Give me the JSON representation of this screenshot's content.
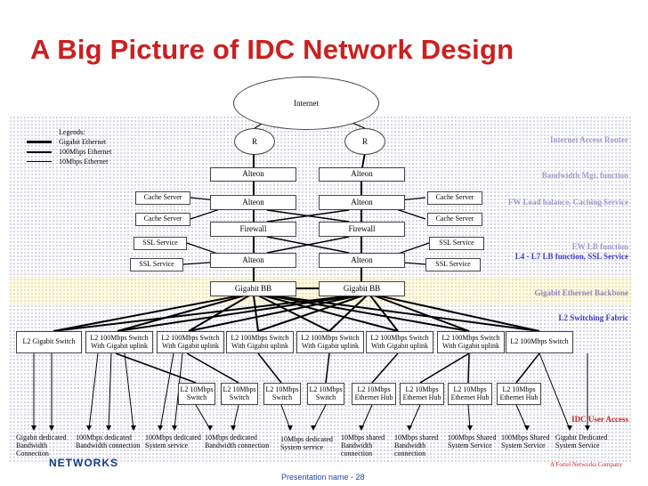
{
  "title": "A Big Picture of IDC Network Design",
  "legend": {
    "heading": "Legends:",
    "gigabit": "Gigabit Ethernet",
    "fast": "100Mbps Ethernet",
    "ten": "10Mbps Ethernet"
  },
  "internet": "Internet",
  "router": "R",
  "layers": {
    "internet_access_router": "Internet Access Router",
    "bandwidth_mgt": "Bandwidth Mgt. function",
    "fw_lb_cache": "FW Load balance, Caching Service",
    "ewlb": "EW LB function",
    "l4_l7": "L4 - L7 LB function, SSL Service",
    "gigabit_backbone": "Gigabit Ethernet Backbone",
    "l2_fabric": "L2 Switching Fabric",
    "idc_user_access": "IDC User Access"
  },
  "alteon": "Alteon",
  "firewall": "Firewall",
  "gigabit_bb": "Gigabit BB",
  "cache_server": "Cache Server",
  "ssl_service": "SSL Service",
  "l2_switches": [
    [
      "L2 Gigabit Switch",
      ""
    ],
    [
      "L2 100Mbps Switch",
      "With Gigabit uplink"
    ],
    [
      "L2 100Mbps Switch",
      "With Gigabit uplink"
    ],
    [
      "L2 100Mbps Switch",
      "With Gigabit uplink"
    ],
    [
      "L2 100Mbps Switch",
      "With Gigabit uplink"
    ],
    [
      "L2 100Mbps Switch",
      "With Gigabit uplink"
    ],
    [
      "L2 100Mbps Switch",
      "With Gigabit uplink"
    ],
    [
      "L2 100Mbps Switch",
      ""
    ]
  ],
  "l2_ten": [
    [
      "L2 10Mbps",
      "Switch"
    ],
    [
      "L2 10Mbps",
      "Switch"
    ],
    [
      "L2 10Mbps",
      "Switch"
    ],
    [
      "L2 10Mbps",
      "Switch"
    ],
    [
      "L2 10Mbps",
      "Ethernet Hub"
    ],
    [
      "L2 10Mbps",
      "Ethernet Hub"
    ],
    [
      "L2 10Mbps",
      "Ethernet Hub"
    ],
    [
      "L2 10Mbps",
      "Ethernet Hub"
    ]
  ],
  "connections": [
    [
      "Gigabit dedicated",
      "Bandwidth",
      "Connection"
    ],
    [
      "100Mbps dedicated",
      "Bandwidth connection",
      ""
    ],
    [
      "100Mbps dedicated",
      "System service",
      ""
    ],
    [
      "10Mbps dedicated",
      "Bandwidth connection",
      ""
    ],
    [
      "10Mbps dedicated",
      "System service",
      ""
    ],
    [
      "10Mbps shared",
      "Bandwidth",
      "connection"
    ],
    [
      "10Mbps shared",
      "Bandwidth",
      "connection"
    ],
    [
      "100Mbps Shared",
      "System Service",
      ""
    ],
    [
      "100Mbps Shared",
      "System Service",
      ""
    ],
    [
      "Gigabit Dedicated",
      "System Service",
      ""
    ]
  ],
  "footer": {
    "logo": "NETWORKS",
    "center": "Presentation name - 28",
    "right": "A Fortel Networks Company"
  }
}
